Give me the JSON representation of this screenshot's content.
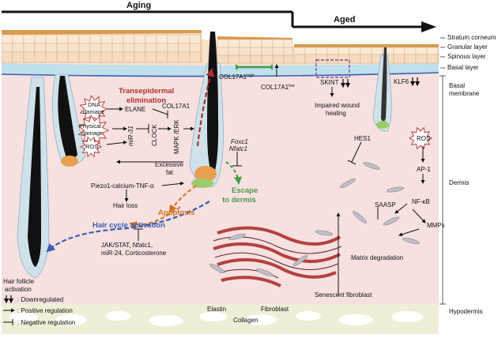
{
  "timeline": {
    "left": "Aging",
    "right": "Aged"
  },
  "layers": {
    "stratum_corneum": "Stratum corneum",
    "granular": "Granular layer",
    "spinous": "Spinous layer",
    "basal": "Basal layer",
    "basal_membrane_1": "Basal",
    "basal_membrane_2": "membrane",
    "dermis": "Dermis",
    "hypodermis": "Hypodermis"
  },
  "labels": {
    "transepidermal_1": "Transepidermal",
    "transepidermal_2": "elimination",
    "dna_damage_1": "DNA",
    "dna_damage_2": "damage",
    "physical_damage_1": "Physical",
    "physical_damage_2": "damage",
    "ros_left": "ROS",
    "elane": "ELANE",
    "col17a1": "COL17A1",
    "mir31": "miR-31",
    "clock": "CLOCK",
    "mapk_erk": "MAPK /ERK",
    "excessive_fat_1": "Excessive",
    "excessive_fat_2": "fat",
    "piezo": "Piezo1-calcium-TNF-α",
    "hair_loss": "Hair loss",
    "apoptosis": "Apoptosis",
    "hair_cycle": "Hair cycle activation",
    "jak_1": "JAK/STAT, Nfatc1,",
    "jak_2": "miR-24, Corticosterone",
    "hair_follicle_1": "Hair follicle",
    "hair_follicle_2": "activation",
    "foxc1": "Foxc1",
    "nfatc1": "Nfatc1",
    "escape_1": "Escape",
    "escape_2": "to dermis",
    "col17a1_high": "COL17A1",
    "col17a1_high_sup": "high",
    "col17a1_low": "COL17A1",
    "col17a1_low_sup": "low",
    "skint": "SKINT",
    "impaired_1": "Impaired wound",
    "impaired_2": "healing",
    "klf6": "KLF6",
    "ros_right": "ROS",
    "hes1": "HES1",
    "ap1": "AP-1",
    "nfkb": "NF-κB",
    "saasp": "SAASP",
    "mmps": "MMPs",
    "matrix": "Matrix degradation",
    "senescent": "Senescent fibroblast",
    "elastin": "Elastin",
    "collagen": "Collagen",
    "fibroblast": "Fibroblast"
  },
  "legend": {
    "down": ": Downregulated",
    "positive": ": Positive regulation",
    "negative": ": Negative regulation"
  },
  "colors": {
    "epidermis": "#f6e2c8",
    "basal": "#bfe0ec",
    "dermis": "#f7e0e0",
    "hypodermis": "#efefd8",
    "red": "#b03030",
    "blue": "#3a5fb0",
    "green": "#4a9a4a",
    "orange": "#d07020"
  }
}
